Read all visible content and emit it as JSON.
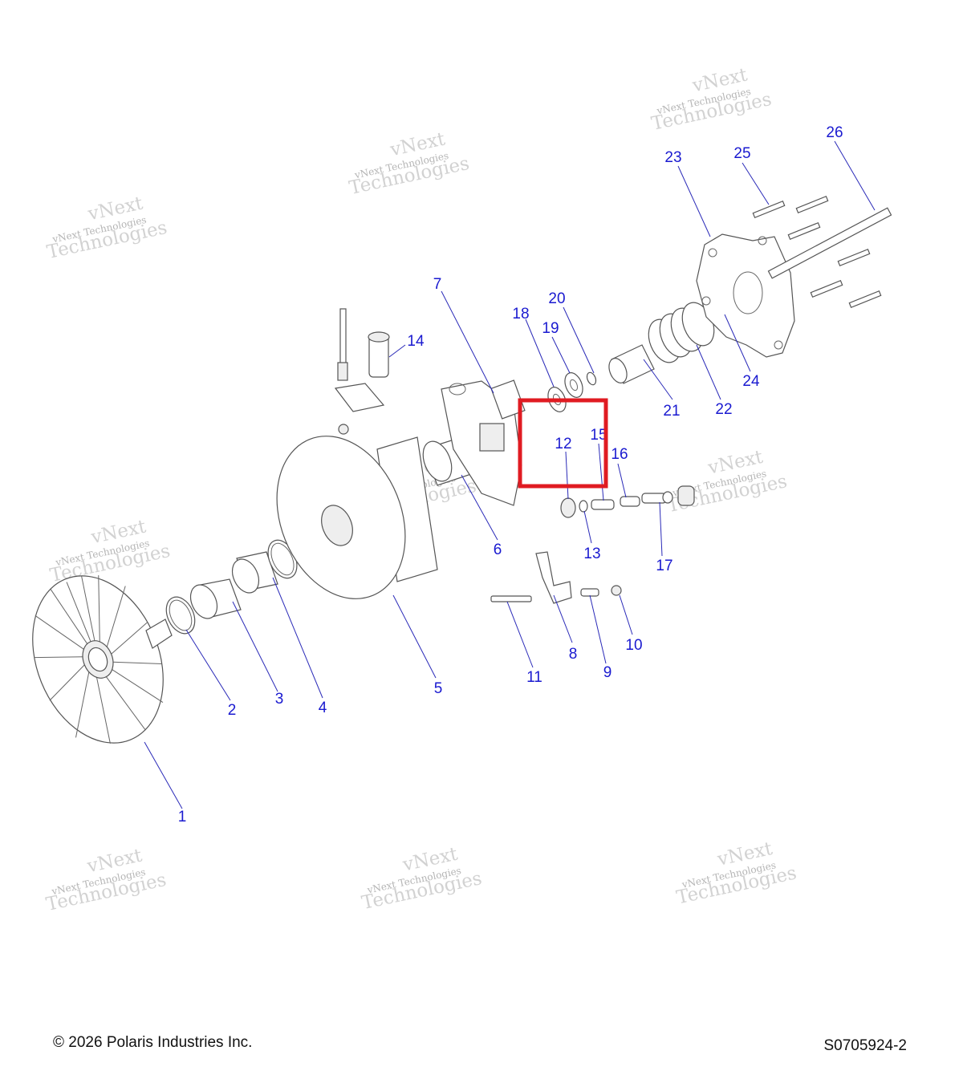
{
  "callouts": [
    "1",
    "2",
    "3",
    "4",
    "5",
    "6",
    "7",
    "8",
    "9",
    "10",
    "11",
    "12",
    "13",
    "14",
    "15",
    "16",
    "17",
    "18",
    "19",
    "20",
    "21",
    "22",
    "23",
    "24",
    "25",
    "26"
  ],
  "watermark": {
    "line1": "vNext",
    "line2": "vNext Technologies",
    "line3": "Technologies"
  },
  "footer": {
    "copyright": "© 2026 Polaris Industries Inc.",
    "drawing_id": "S0705924-2"
  },
  "colors": {
    "callout": "#1a1ad0",
    "highlight": "#e01b22"
  }
}
